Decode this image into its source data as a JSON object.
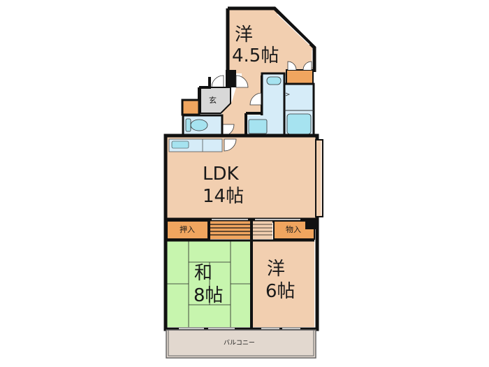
{
  "floorplan": {
    "rooms": {
      "western_north": {
        "type": "洋",
        "size": "4.5帖"
      },
      "ldk": {
        "type": "LDK",
        "size": "14帖"
      },
      "japanese": {
        "type": "和",
        "size": "8帖"
      },
      "western_south": {
        "type": "洋",
        "size": "6帖"
      },
      "entrance": {
        "label": "玄"
      },
      "closet_left": {
        "label": "押入"
      },
      "closet_right": {
        "label": "物入"
      },
      "balcony": {
        "label": "バルコニー"
      }
    },
    "colors": {
      "wall": "#111111",
      "western_floor": "#f2cfb0",
      "tatami": "#c7f5ae",
      "storage": "#f0a55f",
      "wet_area": "#d6ecf8",
      "fixture": "#a6e3f0",
      "entrance": "#d8d8d8",
      "balcony": "#e2d8cf"
    }
  }
}
